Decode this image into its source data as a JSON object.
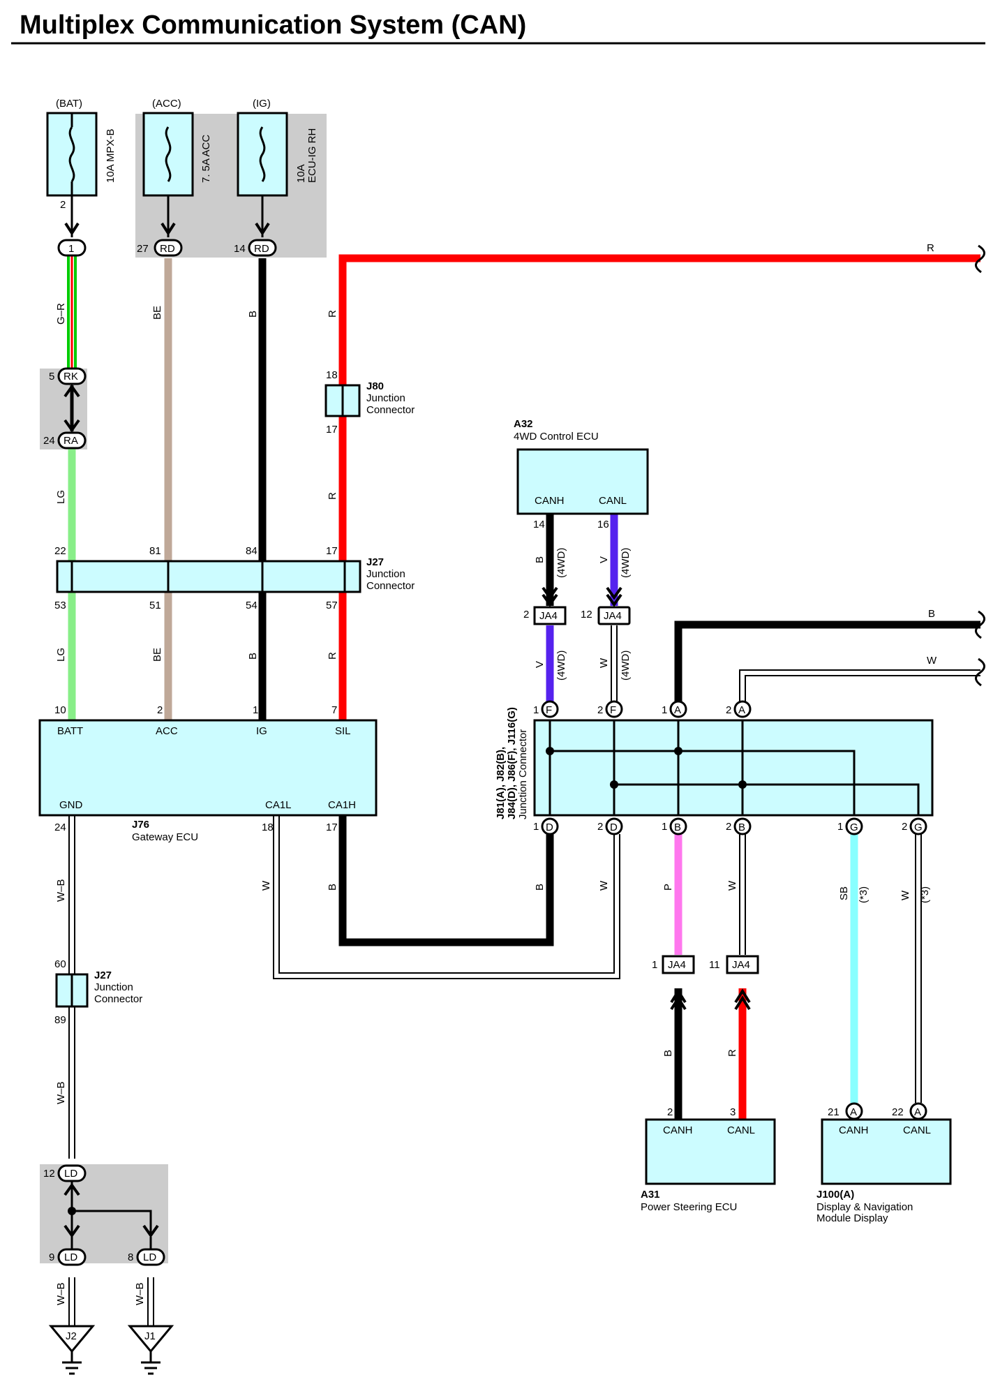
{
  "title": "Multiplex Communication System (CAN)",
  "colors": {
    "box_fill": "#ccfcff",
    "wire_red": "#ff0000",
    "wire_black": "#000000",
    "wire_green": "#00cc00",
    "wire_lightgreen": "#88ee88",
    "wire_beige": "#bfa898",
    "wire_violet": "#5522ee",
    "wire_pink": "#ff77ee",
    "wire_skyblue": "#88ffff",
    "splice_gray": "#cccccc"
  },
  "fuses": [
    {
      "source": "(BAT)",
      "rating": "10A MPX-B",
      "pin": "2"
    },
    {
      "source": "(ACC)",
      "rating": "7. 5A ACC"
    },
    {
      "source": "(IG)",
      "rating_line1": "10A",
      "rating_line2": "ECU-IG RH"
    }
  ],
  "connectors": {
    "c1": {
      "pin": "",
      "code": "1"
    },
    "c27": {
      "pin": "27",
      "code": "RD"
    },
    "c14": {
      "pin": "14",
      "code": "RD"
    },
    "rk": {
      "pin": "5",
      "code": "RK"
    },
    "ra": {
      "pin": "24",
      "code": "RA"
    },
    "ld12": {
      "pin": "12",
      "code": "LD"
    },
    "ld9": {
      "pin": "9",
      "code": "LD"
    },
    "ld8": {
      "pin": "8",
      "code": "LD"
    },
    "ja4_2": {
      "pin": "2",
      "code": "JA4"
    },
    "ja4_12": {
      "pin": "12",
      "code": "JA4"
    },
    "ja4_1": {
      "pin": "1",
      "code": "JA4"
    },
    "ja4_11": {
      "pin": "11",
      "code": "JA4"
    }
  },
  "wire_labels": {
    "gr": "G–R",
    "be": "BE",
    "b": "B",
    "r": "R",
    "lg": "LG",
    "v": "V",
    "w": "W",
    "p": "P",
    "sb": "SB",
    "wb": "W–B",
    "fourwd": "(4WD)",
    "star3": "(*3)"
  },
  "j80": {
    "id": "J80",
    "line1": "Junction",
    "line2": "Connector",
    "pin_top": "18",
    "pin_bottom": "17"
  },
  "j27_top": {
    "id": "J27",
    "line1": "Junction",
    "line2": "Connector",
    "pins_top": [
      "22",
      "81",
      "84",
      "17"
    ],
    "pins_bottom": [
      "53",
      "51",
      "54",
      "57"
    ]
  },
  "j27_bottom": {
    "id": "J27",
    "line1": "Junction",
    "line2": "Connector",
    "pin_top": "60",
    "pin_bottom": "89"
  },
  "gateway": {
    "id": "J76",
    "name": "Gateway ECU",
    "terminals_top": [
      {
        "pin": "10",
        "label": "BATT"
      },
      {
        "pin": "2",
        "label": "ACC"
      },
      {
        "pin": "1",
        "label": "IG"
      },
      {
        "pin": "7",
        "label": "SIL"
      }
    ],
    "terminals_bottom": [
      {
        "pin": "24",
        "label": "GND"
      },
      {
        "pin": "18",
        "label": "CA1L"
      },
      {
        "pin": "17",
        "label": "CA1H"
      }
    ]
  },
  "a32": {
    "id": "A32",
    "name": "4WD Control ECU",
    "canh": "CANH",
    "canl": "CANL",
    "pin_h": "14",
    "pin_l": "16"
  },
  "junction": {
    "line1": "J81(A), J82(B),",
    "line2": "J84(D), J86(F), J116(G)",
    "line3": "Junction Connector",
    "top_pins": [
      {
        "pin": "1",
        "code": "F"
      },
      {
        "pin": "2",
        "code": "F"
      },
      {
        "pin": "1",
        "code": "A"
      },
      {
        "pin": "2",
        "code": "A"
      }
    ],
    "bottom_pins": [
      {
        "pin": "1",
        "code": "D"
      },
      {
        "pin": "2",
        "code": "D"
      },
      {
        "pin": "1",
        "code": "B"
      },
      {
        "pin": "2",
        "code": "B"
      },
      {
        "pin": "1",
        "code": "G"
      },
      {
        "pin": "2",
        "code": "G"
      }
    ]
  },
  "a31": {
    "id": "A31",
    "name": "Power Steering ECU",
    "canh": "CANH",
    "canl": "CANL",
    "pin_h": "2",
    "pin_l": "3"
  },
  "j100": {
    "id": "J100(A)",
    "name_line1": "Display & Navigation",
    "name_line2": "Module Display",
    "canh": "CANH",
    "canl": "CANL",
    "pin_h": "21",
    "pin_l": "22",
    "code": "A"
  },
  "grounds": [
    {
      "label": "J2"
    },
    {
      "label": "J1"
    }
  ]
}
